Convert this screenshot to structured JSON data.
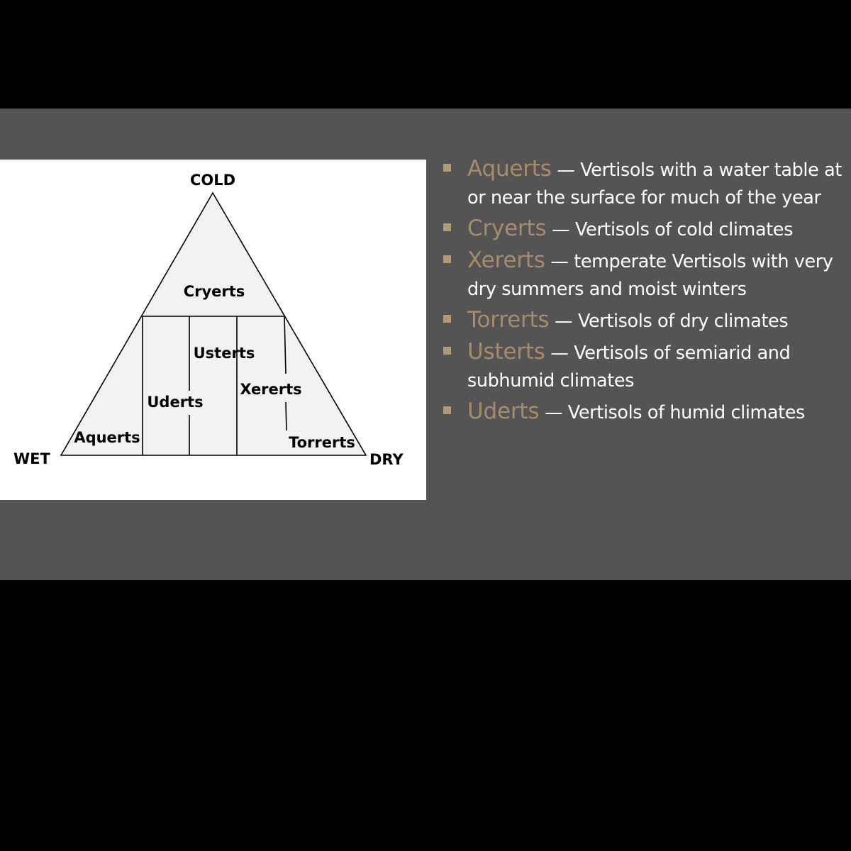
{
  "diagram": {
    "axis_labels": {
      "top": "COLD",
      "left": "WET",
      "right": "DRY"
    },
    "regions": {
      "cryerts": "Cryerts",
      "usterts": "Usterts",
      "uderts": "Uderts",
      "xererts": "Xererts",
      "aquerts": "Aquerts",
      "torrerts": "Torrerts"
    }
  },
  "bullets": [
    {
      "term": "Aquerts",
      "desc": " — Vertisols with a water table at or near the surface for much of the year"
    },
    {
      "term": "Cryerts",
      "desc": " — Vertisols of cold climates"
    },
    {
      "term": "Xererts",
      "desc": " — temperate Vertisols with very dry summers and moist winters"
    },
    {
      "term": "Torrerts",
      "desc": " — Vertisols of dry climates"
    },
    {
      "term": "Usterts",
      "desc": " — Vertisols of semiarid and subhumid climates"
    },
    {
      "term": "Uderts",
      "desc": " — Vertisols of humid climates"
    }
  ],
  "colors": {
    "background": "#000000",
    "panel": "#545454",
    "term_accent": "#a58d69",
    "bullet_marker": "#b39a74"
  }
}
